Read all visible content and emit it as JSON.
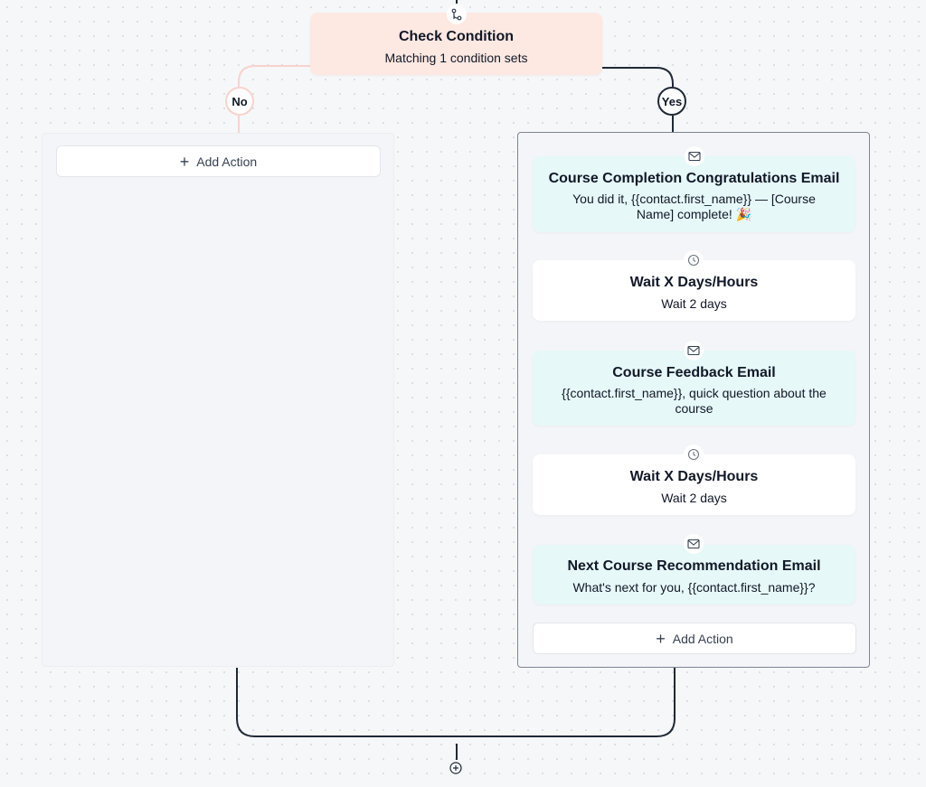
{
  "check_condition": {
    "title": "Check Condition",
    "subtitle": "Matching 1 condition sets",
    "icon": "branch-icon"
  },
  "branches": {
    "no": {
      "label": "No",
      "add_action_label": "Add Action"
    },
    "yes": {
      "label": "Yes",
      "add_action_label": "Add Action",
      "steps": [
        {
          "type": "email",
          "icon": "email-icon",
          "title": "Course Completion Congratulations Email",
          "subtitle_line1": "You did it, {{contact.first_name}} — [Course",
          "subtitle_line2": "Name] complete! 🎉"
        },
        {
          "type": "wait",
          "icon": "clock-icon",
          "title": "Wait X Days/Hours",
          "subtitle": "Wait 2 days"
        },
        {
          "type": "email",
          "icon": "email-icon",
          "title": "Course Feedback Email",
          "subtitle_line1": "{{contact.first_name}}, quick question about the",
          "subtitle_line2": "course"
        },
        {
          "type": "wait",
          "icon": "clock-icon",
          "title": "Wait X Days/Hours",
          "subtitle": "Wait 2 days"
        },
        {
          "type": "email",
          "icon": "email-icon",
          "title": "Next Course Recommendation Email",
          "subtitle": "What's next for you, {{contact.first_name}}?"
        }
      ]
    }
  },
  "colors": {
    "canvas": "#f6f7f9",
    "condition_node": "#fde8e2",
    "email_node": "#e6f8f8",
    "wait_node": "#ffffff",
    "yes_connector": "#1f2937",
    "no_connector": "#f7d3cb"
  }
}
